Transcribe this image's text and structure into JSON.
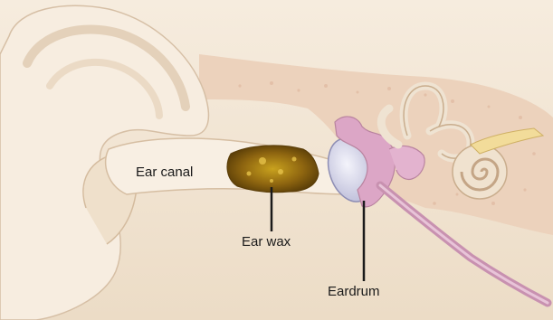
{
  "labels": {
    "ear_canal": "Ear canal",
    "ear_wax": "Ear wax",
    "eardrum": "Eardrum"
  },
  "colors": {
    "skin": "#f3e7d6",
    "skin_shadow": "#e2cdb4",
    "bone": "#ecd6c2",
    "wax": "#8a6410",
    "eardrum": "#dcdcef",
    "ossicles": "#d9a3c4",
    "tube": "#c58fae",
    "nerve": "#f2dc9a"
  },
  "icons": [
    "ear-illustration"
  ]
}
